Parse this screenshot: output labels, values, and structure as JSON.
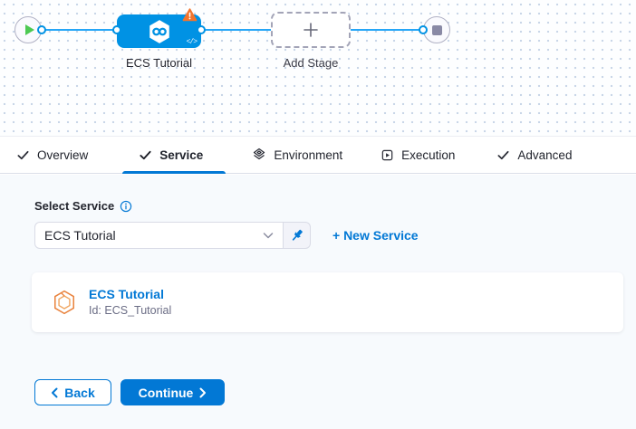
{
  "pipeline": {
    "stage_label": "ECS Tutorial",
    "add_stage_label": "Add Stage",
    "code_glyph": "</>",
    "start_icon": "play-icon",
    "end_icon": "stop-icon",
    "stage_status_icon": "warning-triangle-icon"
  },
  "tabs": {
    "overview": "Overview",
    "service": "Service",
    "environment": "Environment",
    "execution": "Execution",
    "advanced": "Advanced",
    "active_tab": "Service"
  },
  "service_form": {
    "label": "Select Service",
    "dropdown_value": "ECS Tutorial",
    "new_service_link": "+ New Service",
    "card_title": "ECS Tutorial",
    "card_id": "Id: ECS_Tutorial"
  },
  "footer": {
    "back": "Back",
    "continue": "Continue"
  },
  "colors": {
    "primary_blue": "#0278D5",
    "node_blue": "#0092E4",
    "line_blue": "#25A6F7",
    "warning_orange": "#F2752D",
    "play_green": "#4DC952",
    "content_bg": "#F7FAFD",
    "muted_text": "#6B6D85",
    "service_icon_orange": "#E9823C"
  }
}
